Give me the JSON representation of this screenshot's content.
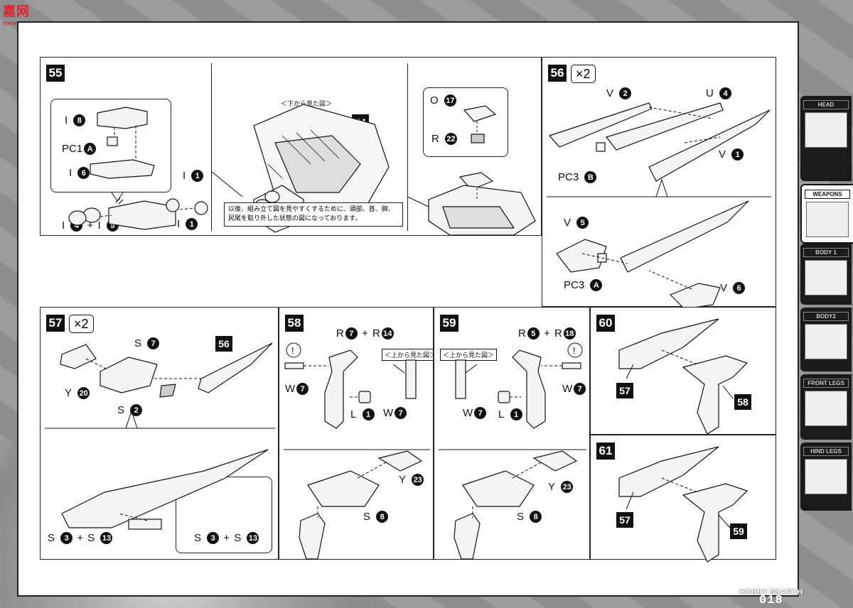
{
  "watermark_logo": {
    "text": "嘉网",
    "sub": "www.vcn.com"
  },
  "watermark_hs": "HOBBY SEARCH",
  "page_number": "018",
  "tabs": [
    {
      "label": "HEAD",
      "active": false
    },
    {
      "label": "WEAPONS",
      "active": true
    },
    {
      "label": "BODY 1",
      "active": false
    },
    {
      "label": "BODY2",
      "active": false
    },
    {
      "label": "FRONT LEGS",
      "active": false
    },
    {
      "label": "HIND LEGS",
      "active": false
    }
  ],
  "step55": {
    "number": "55",
    "labels": [
      {
        "part": "I",
        "num": "8"
      },
      {
        "part": "PC1",
        "num": "A"
      },
      {
        "part": "I",
        "num": "6"
      },
      {
        "part": "I",
        "num": "1"
      },
      {
        "part": "I",
        "num": "1"
      },
      {
        "part": "I",
        "num": "4",
        "plus": "I",
        "num2": "5"
      }
    ],
    "view_from_below": "＜下から見た図＞",
    "ref_step": "54",
    "note": "以後、組み立て図を見やすくするために、頭部、首、脚、尻尾を取り外した状態の図になっております。",
    "inset_labels": [
      {
        "part": "O",
        "num": "17"
      },
      {
        "part": "R",
        "num": "22"
      }
    ]
  },
  "step56": {
    "number": "56",
    "multiplier": "×2",
    "labels": [
      {
        "part": "V",
        "num": "2"
      },
      {
        "part": "U",
        "num": "4"
      },
      {
        "part": "PC3",
        "num": "B"
      },
      {
        "part": "V",
        "num": "1"
      },
      {
        "part": "V",
        "num": "5"
      },
      {
        "part": "PC3",
        "num": "A"
      },
      {
        "part": "V",
        "num": "6"
      }
    ]
  },
  "step57": {
    "number": "57",
    "multiplier": "×2",
    "ref_step": "56",
    "labels": [
      {
        "part": "S",
        "num": "7"
      },
      {
        "part": "Y",
        "num": "20"
      },
      {
        "part": "S",
        "num": "2"
      },
      {
        "part": "S",
        "num": "3",
        "plus": "S",
        "num2": "13"
      },
      {
        "part": "S",
        "num": "3",
        "plus": "S",
        "num2": "13"
      }
    ]
  },
  "step58": {
    "number": "58",
    "view_from_above": "＜上から見た図＞",
    "labels": [
      {
        "part": "R",
        "num": "7",
        "plus": "R",
        "num2": "14"
      },
      {
        "part": "W",
        "num": "7"
      },
      {
        "part": "L",
        "num": "1"
      },
      {
        "part": "W",
        "num": "7"
      },
      {
        "part": "Y",
        "num": "23"
      },
      {
        "part": "S",
        "num": "8"
      }
    ]
  },
  "step59": {
    "number": "59",
    "view_from_above": "＜上から見た図＞",
    "labels": [
      {
        "part": "R",
        "num": "5",
        "plus": "R",
        "num2": "18"
      },
      {
        "part": "W",
        "num": "7"
      },
      {
        "part": "L",
        "num": "1"
      },
      {
        "part": "W",
        "num": "7"
      },
      {
        "part": "Y",
        "num": "23"
      },
      {
        "part": "S",
        "num": "8"
      }
    ]
  },
  "step60": {
    "number": "60",
    "refs": [
      "57",
      "58"
    ]
  },
  "step61": {
    "number": "61",
    "refs": [
      "57",
      "59"
    ]
  }
}
